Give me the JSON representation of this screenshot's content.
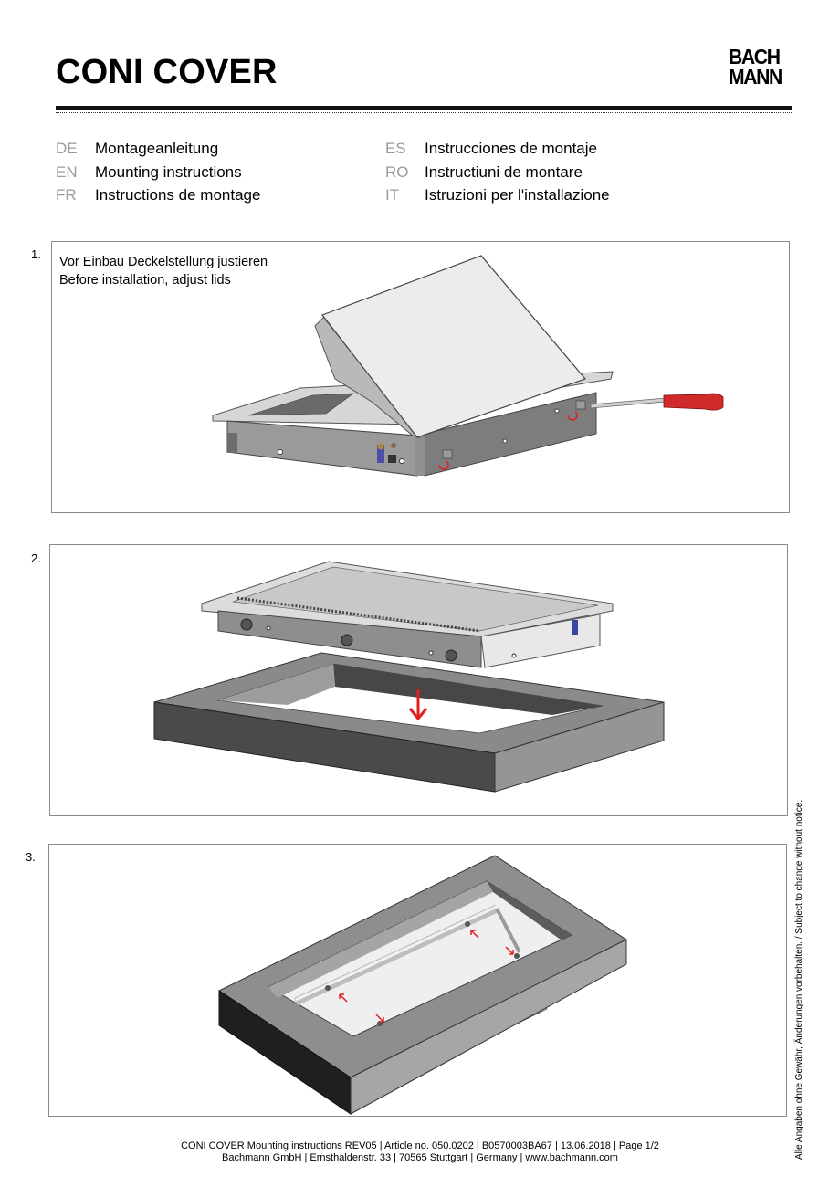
{
  "header": {
    "title": "CONI COVER",
    "logo": {
      "line1": "BACH",
      "line2": "MANN"
    }
  },
  "languages": {
    "left": [
      {
        "code": "DE",
        "label": "Montageanleitung"
      },
      {
        "code": "EN",
        "label": "Mounting instructions"
      },
      {
        "code": "FR",
        "label": "Instructions de montage"
      }
    ],
    "right": [
      {
        "code": "ES",
        "label": "Instrucciones de montaje"
      },
      {
        "code": "RO",
        "label": "Instructiuni de montare"
      },
      {
        "code": "IT",
        "label": "Istruzioni per l'installazione"
      }
    ]
  },
  "steps": [
    {
      "number": "1.",
      "text_de": "Vor Einbau Deckelstellung justieren",
      "text_en": "Before installation, adjust lids",
      "illustration": "lid-adjustment-screwdriver"
    },
    {
      "number": "2.",
      "illustration": "insert-unit-into-cutout"
    },
    {
      "number": "3.",
      "illustration": "fasten-brackets-from-below"
    }
  ],
  "colors": {
    "accent_red": "#e02020",
    "frame_dark": "#4a4a4a",
    "frame_mid": "#8c8c8c",
    "steel": "#c8c8c8"
  },
  "footer": {
    "line1": "CONI COVER Mounting instructions REV05 | Article no. 050.0202 | B0570003BA67 | 13.06.2018 | Page 1/2",
    "line2": "Bachmann GmbH | Ernsthaldenstr. 33 | 70565 Stuttgart | Germany | www.bachmann.com"
  },
  "side_note": "Alle Angaben ohne Gewähr, Änderungen vorbehalten. / Subject to change without notice."
}
